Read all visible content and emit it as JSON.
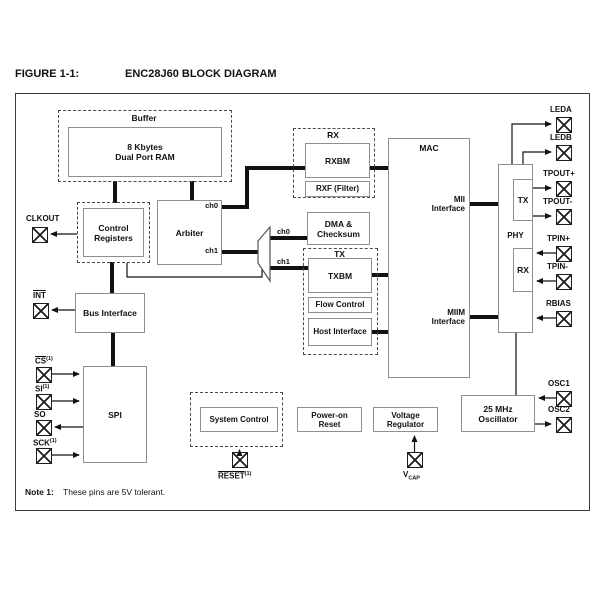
{
  "figure": {
    "label": "FIGURE 1-1:",
    "title": "ENC28J60 BLOCK DIAGRAM"
  },
  "blocks": {
    "buffer": {
      "title": "Buffer",
      "ram_line1": "8 Kbytes",
      "ram_line2": "Dual Port RAM"
    },
    "control_registers": {
      "line1": "Control",
      "line2": "Registers"
    },
    "arbiter": {
      "label": "Arbiter",
      "ch0": "ch0",
      "ch1": "ch1"
    },
    "bus_split": {
      "ch0": "ch0",
      "ch1": "ch1"
    },
    "rx_group": {
      "title": "RX",
      "rxbm": "RXBM",
      "rxf": "RXF (Filter)"
    },
    "dma": {
      "line1": "DMA &",
      "line2": "Checksum"
    },
    "tx_group": {
      "title": "TX",
      "txbm": "TXBM",
      "flow_control": "Flow Control",
      "host_interface": "Host Interface"
    },
    "mac": {
      "title": "MAC",
      "mii_line1": "MII",
      "mii_line2": "Interface",
      "miim_line1": "MIIM",
      "miim_line2": "Interface"
    },
    "phy": {
      "title": "PHY",
      "tx": "TX",
      "rx": "RX"
    },
    "oscillator": {
      "line1": "25 MHz",
      "line2": "Oscillator"
    },
    "bus_interface": {
      "label": "Bus Interface"
    },
    "spi": {
      "label": "SPI"
    },
    "system_control": {
      "label": "System Control"
    },
    "power_on_reset": {
      "line1": "Power-on",
      "line2": "Reset"
    },
    "voltage_regulator": {
      "line1": "Voltage",
      "line2": "Regulator"
    }
  },
  "pins": {
    "clkout": {
      "text": "CLKOUT"
    },
    "int": {
      "text": "INT",
      "overline": true
    },
    "cs": {
      "text": "CS",
      "sup": "(1)",
      "overline": true
    },
    "si": {
      "text": "SI",
      "sup": "(1)"
    },
    "so": {
      "text": "SO"
    },
    "sck": {
      "text": "SCK",
      "sup": "(1)"
    },
    "leda": {
      "text": "LEDA"
    },
    "ledb": {
      "text": "LEDB"
    },
    "tpout_plus": {
      "text": "TPOUT+"
    },
    "tpout_minus": {
      "text": "TPOUT-"
    },
    "tpin_plus": {
      "text": "TPIN+"
    },
    "tpin_minus": {
      "text": "TPIN-"
    },
    "rbias": {
      "text": "RBIAS"
    },
    "osc1": {
      "text": "OSC1"
    },
    "osc2": {
      "text": "OSC2"
    },
    "reset": {
      "text": "RESET",
      "sup": "(1)",
      "overline": true
    },
    "vcap": {
      "text": "V",
      "sub": "CAP"
    }
  },
  "note": {
    "label": "Note 1:",
    "text": "These pins are 5V tolerant."
  }
}
